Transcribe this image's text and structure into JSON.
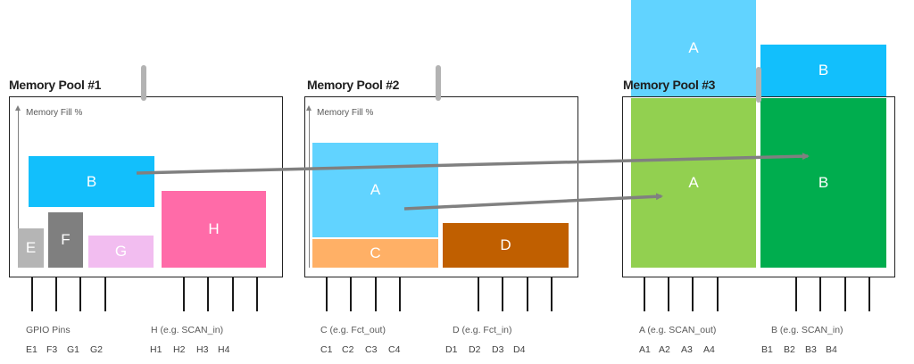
{
  "pools": [
    {
      "title": "Memory Pool #1",
      "axis_label": "Memory Fill %",
      "blocks": [
        {
          "label": "B",
          "color": "#12BFFC"
        },
        {
          "label": "E",
          "color": "#B5B5B5"
        },
        {
          "label": "F",
          "color": "#7F7F7F"
        },
        {
          "label": "G",
          "color": "#F2BDF0"
        },
        {
          "label": "H",
          "color": "#FF6BA8"
        }
      ],
      "pin_groups": [
        {
          "label": "GPIO Pins",
          "pins": [
            "E1",
            "F3",
            "G1",
            "G2"
          ]
        },
        {
          "label": "H (e.g. SCAN_in)",
          "pins": [
            "H1",
            "H2",
            "H3",
            "H4"
          ]
        }
      ]
    },
    {
      "title": "Memory Pool #2",
      "axis_label": "Memory Fill %",
      "blocks": [
        {
          "label": "A",
          "color": "#61D3FF"
        },
        {
          "label": "C",
          "color": "#FFB066"
        },
        {
          "label": "D",
          "color": "#C05F00"
        }
      ],
      "pin_groups": [
        {
          "label": "C (e.g. Fct_out)",
          "pins": [
            "C1",
            "C2",
            "C3",
            "C4"
          ]
        },
        {
          "label": "D (e.g. Fct_in)",
          "pins": [
            "D1",
            "D2",
            "D3",
            "D4"
          ]
        }
      ]
    },
    {
      "title": "Memory Pool #3",
      "blocks": [
        {
          "label": "A",
          "color": "#61D3FF",
          "note": "overflow"
        },
        {
          "label": "B",
          "color": "#12BFFC",
          "note": "overflow"
        },
        {
          "label": "A",
          "color": "#92D050"
        },
        {
          "label": "B",
          "color": "#00AD4E"
        }
      ],
      "pin_groups": [
        {
          "label": "A (e.g. SCAN_out)",
          "pins": [
            "A1",
            "A2",
            "A3",
            "A4"
          ]
        },
        {
          "label": "B (e.g. SCAN_in)",
          "pins": [
            "B1",
            "B2",
            "B3",
            "B4"
          ]
        }
      ]
    }
  ],
  "arrows": [
    {
      "from": "Memory Pool #1 / B",
      "to": "Memory Pool #3 / B"
    },
    {
      "from": "Memory Pool #2 / A",
      "to": "Memory Pool #3 / A"
    }
  ],
  "colors": {
    "arrow": "#808080",
    "handle": "#B3B3B3",
    "border": "#222222"
  }
}
